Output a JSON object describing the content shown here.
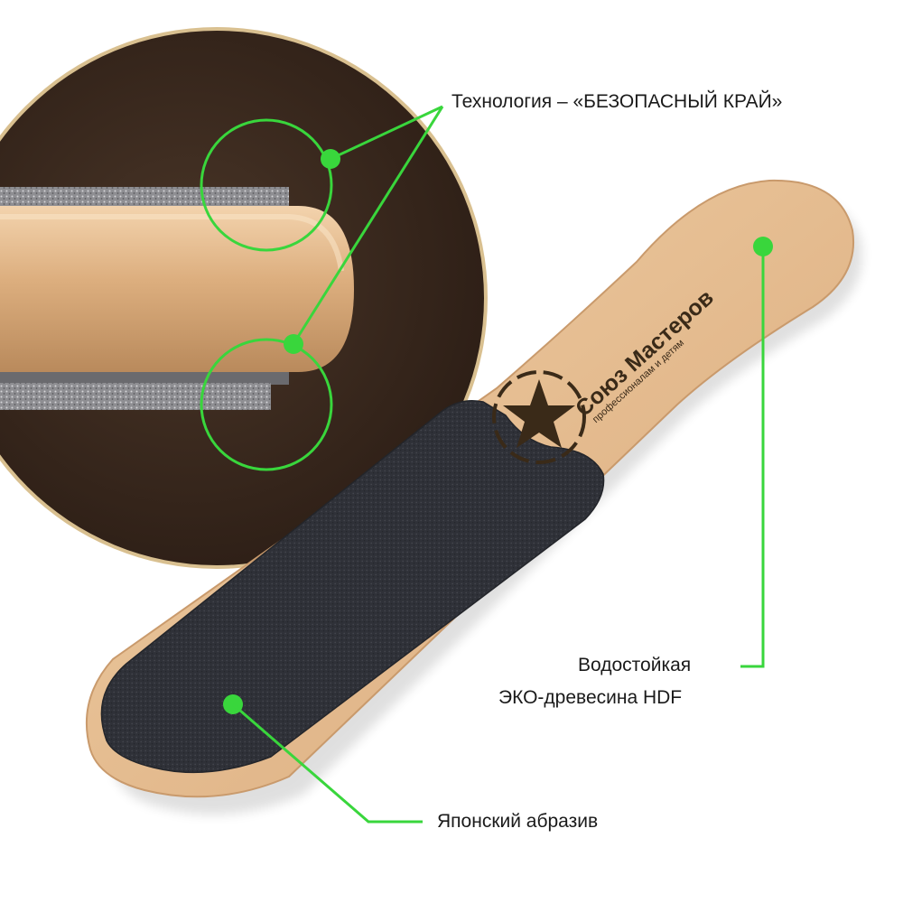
{
  "callouts": {
    "safe_edge": "Технология – «БЕЗОПАСНЫЙ КРАЙ»",
    "wood_line1": "Водостойкая",
    "wood_line2": "ЭКО-древесина HDF",
    "abrasive": "Японский абразив"
  },
  "product": {
    "brand_name": "Союз Мастеров",
    "brand_tagline": "профессионалам и детям"
  },
  "colors": {
    "accent_green": "#39d63c",
    "wood": "#e3b98c",
    "abrasive": "#2d2f36",
    "zoom_background": "#3b2a20",
    "zoom_ring": "#c8a86a"
  }
}
